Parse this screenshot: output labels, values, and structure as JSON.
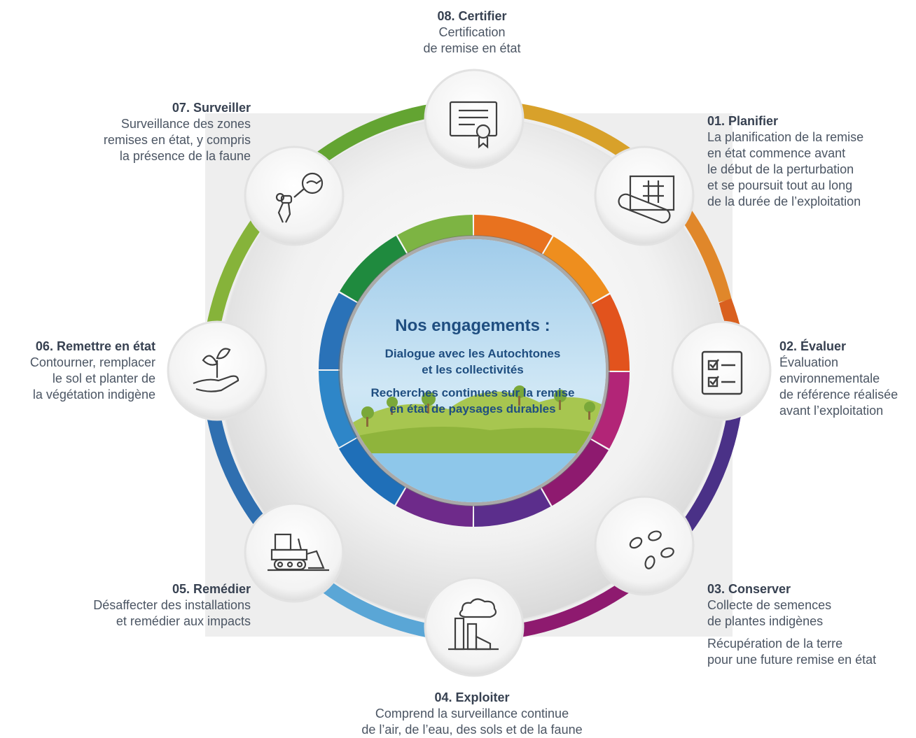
{
  "center": {
    "heading": "Nos engagements :",
    "commitments": [
      "Dialogue avec les Autochtones\net les collectivités",
      "Recherches continues sur la remise\nen état de paysages durables"
    ]
  },
  "steps": [
    {
      "id": "01",
      "title": "01. Planifier",
      "description": "La planification de la remise\nen état commence avant\nle début de la perturbation\net se poursuit tout au long\nde la durée de l’exploitation",
      "icon": "blueprint-roll-icon",
      "color": "#e08a1e"
    },
    {
      "id": "02",
      "title": "02. Évaluer",
      "description": "Évaluation\nenvironnementale\nde référence réalisée\navant l’exploitation",
      "icon": "checklist-icon",
      "color": "#4a3187"
    },
    {
      "id": "03",
      "title": "03. Conserver",
      "description": "Collecte de semences\nde plantes indigènes",
      "extra": "Récupération de la terre\npour une future remise en état",
      "icon": "seeds-icon",
      "color": "#8e1a6f"
    },
    {
      "id": "04",
      "title": "04. Exploiter",
      "description": "Comprend la surveillance continue\nde l’air, de l’eau, des sols et de la faune",
      "icon": "factory-icon",
      "color": "#5aa6d6"
    },
    {
      "id": "05",
      "title": "05. Remédier",
      "description": "Désaffecter des installations\net remédier aux impacts",
      "icon": "bulldozer-icon",
      "color": "#2f6fb0"
    },
    {
      "id": "06",
      "title": "06. Remettre en état",
      "description": "Contourner, remplacer\nle sol et planter de\nla végétation indigène",
      "icon": "plant-hand-icon",
      "color": "#7fae2f"
    },
    {
      "id": "07",
      "title": "07. Surveiller",
      "description": "Surveillance des zones\nremises en état, y compris\nla présence de la faune",
      "icon": "binoculars-bird-icon",
      "color": "#5e9c2e"
    },
    {
      "id": "08",
      "title": "08. Certifier",
      "description": "Certification\nde remise en état",
      "icon": "certificate-icon",
      "color": "#d6a321"
    }
  ],
  "colors": {
    "outer_ring": [
      "#d8a12a",
      "#e0872a",
      "#d9601f",
      "#4a3187",
      "#8e1a6f",
      "#5aa6d6",
      "#2f6fb0",
      "#86b33a",
      "#63a432"
    ],
    "inner_ring": [
      "#e8721f",
      "#ee8e1e",
      "#e2531d",
      "#b22577",
      "#8e1a6f",
      "#6e2a8a",
      "#5b2e8c",
      "#1f6fb8",
      "#2e86c8",
      "#2a72b8",
      "#1f8a3e",
      "#7db443"
    ],
    "sky": "#bcdcf0",
    "hill": "#9bbf48"
  }
}
